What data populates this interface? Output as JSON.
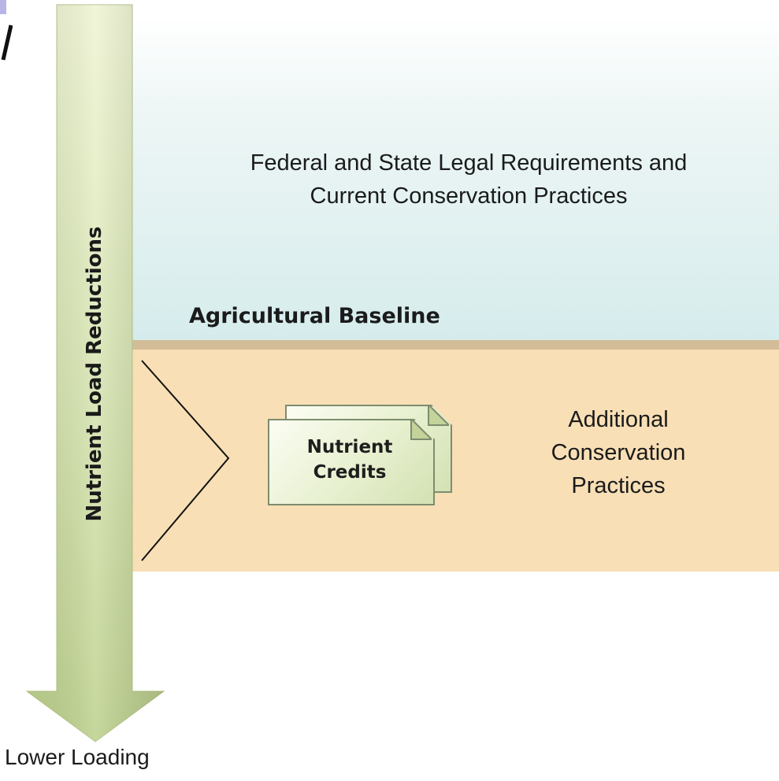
{
  "diagram": {
    "vertical_axis_label": "Nutrient Load Reductions",
    "bottom_label": "Lower Loading",
    "upper_region_lines": [
      "Federal and State Legal Requirements and",
      "Current Conservation Practices"
    ],
    "baseline_label": "Agricultural Baseline",
    "lower_region_lines": [
      "Additional",
      "Conservation",
      "Practices"
    ],
    "credit_lines": [
      "Nutrient",
      "Credits"
    ],
    "colors": {
      "upper_region": "#d6ecec",
      "baseline_strip": "#d3bd98",
      "lower_region": "#f8dfb6",
      "arrow": "#c9d99e",
      "card": "#e7f0cf"
    }
  }
}
